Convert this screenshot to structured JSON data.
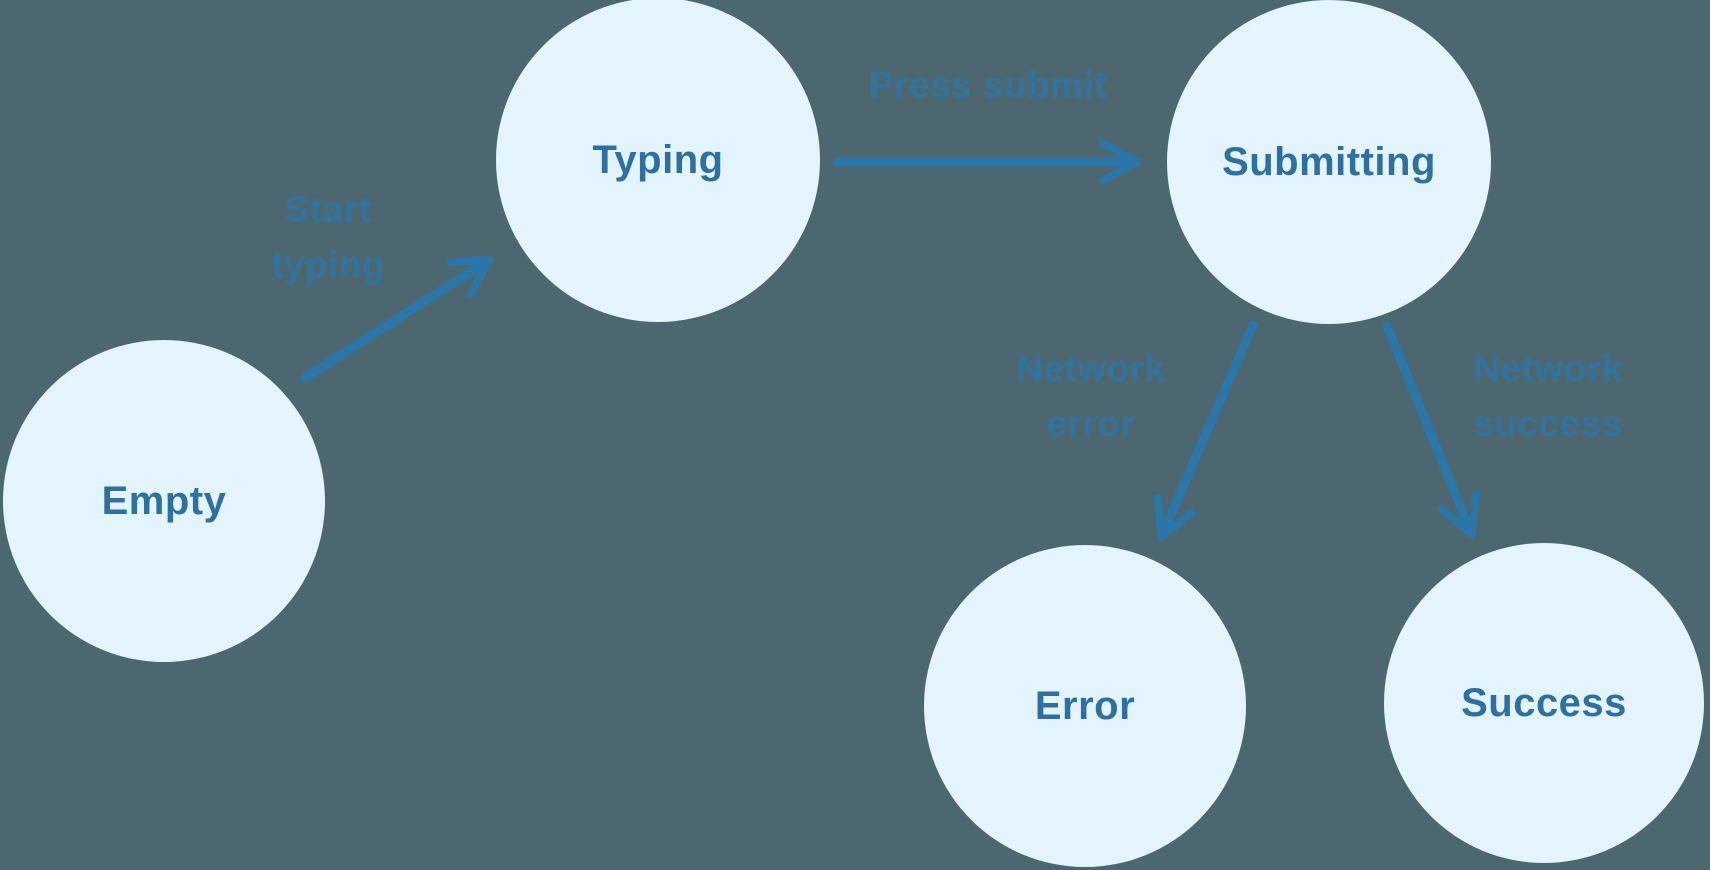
{
  "colors": {
    "background": "#4C6770",
    "node_fill": "#E3F4FD",
    "node_text": "#2E709F",
    "arrow": "#2B76A9",
    "edge_label": "#2E76A5"
  },
  "diagram": {
    "type": "state-machine",
    "nodes": [
      {
        "id": "empty",
        "label": "Empty"
      },
      {
        "id": "typing",
        "label": "Typing"
      },
      {
        "id": "submitting",
        "label": "Submitting"
      },
      {
        "id": "error",
        "label": "Error"
      },
      {
        "id": "success",
        "label": "Success"
      }
    ],
    "edges": [
      {
        "from": "empty",
        "to": "typing",
        "label": "Start typing",
        "lines": [
          "Start",
          "typing"
        ]
      },
      {
        "from": "typing",
        "to": "submitting",
        "label": "Press submit",
        "lines": [
          "Press submit"
        ]
      },
      {
        "from": "submitting",
        "to": "error",
        "label": "Network error",
        "lines": [
          "Network",
          "error"
        ]
      },
      {
        "from": "submitting",
        "to": "success",
        "label": "Network success",
        "lines": [
          "Network",
          "success"
        ]
      }
    ]
  }
}
